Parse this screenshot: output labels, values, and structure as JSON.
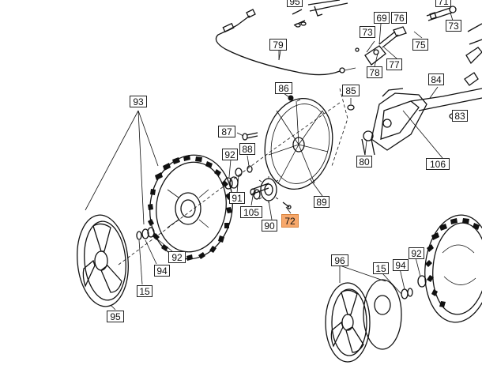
{
  "callouts": {
    "c95top": "95",
    "c71": "71",
    "c73a": "73",
    "c69": "69",
    "c76": "76",
    "c73b": "73",
    "c79": "79",
    "c75": "75",
    "c77": "77",
    "c78": "78",
    "c84": "84",
    "c86": "86",
    "c85": "85",
    "c93": "93",
    "c83": "83",
    "c87": "87",
    "c88": "88",
    "c92a": "92",
    "c80": "80",
    "c106": "106",
    "c91": "91",
    "c89": "89",
    "c105": "105",
    "c72": "72",
    "c90": "90",
    "c92b": "92",
    "c94a": "94",
    "c96": "96",
    "c15a": "15",
    "c94b": "94",
    "c92c": "92",
    "c15b": "15",
    "c95": "95"
  },
  "highlight": {
    "part": "72",
    "color": "#f7a86b"
  }
}
